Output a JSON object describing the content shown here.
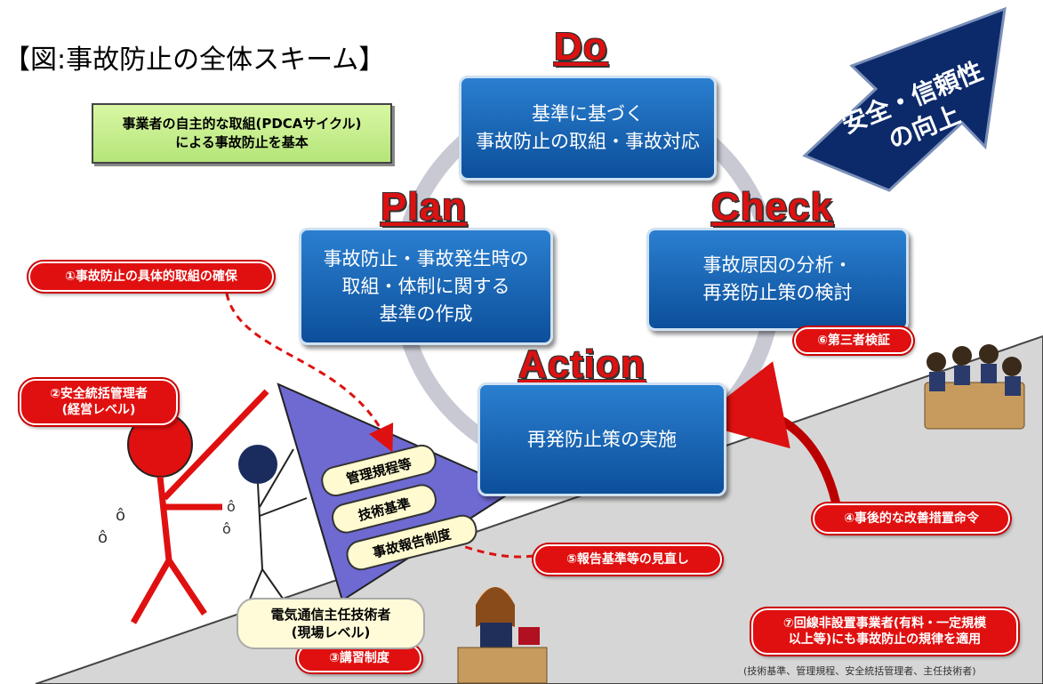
{
  "title": "【図:事故防止の全体スキーム】",
  "top_note": "事業者の自主的な取組(PDCAサイクル)\nによる事故防止を基本",
  "pdca": {
    "do": {
      "label": "Do",
      "text": "基準に基づく\n事故防止の取組・事故対応"
    },
    "check": {
      "label": "Check",
      "text": "事故原因の分析・\n再発防止策の検討"
    },
    "action": {
      "label": "Action",
      "text": "再発防止策の実施"
    },
    "plan": {
      "label": "Plan",
      "text": "事故防止・事故発生時の\n取組・体制に関する\n基準の作成"
    }
  },
  "arrow_text": "安全・信頼性\nの向上",
  "tags": {
    "t1": "①事故防止の具体的取組の確保",
    "t2": "②安全統括管理者\n(経営レベル)",
    "t3": "③講習制度",
    "t4": "④事後的な改善措置命令",
    "t5": "⑤報告基準等の見直し",
    "t6": "⑥第三者検証",
    "t7": "⑦回線非設置事業者(有料・一定規模\n以上等)にも事故防止の規律を適用"
  },
  "triangle_items": [
    "管理規程等",
    "技術基準",
    "事故報告制度"
  ],
  "tech_manager": "電気通信主任技術者\n(現場レベル)",
  "footnote": "(技術基準、管理規程、安全統括管理者、主任技術者)",
  "colors": {
    "box": "#0c4f9a",
    "tag": "#e01010",
    "arrow": "#0c2a6a",
    "triangle": "#6e6ad2"
  }
}
